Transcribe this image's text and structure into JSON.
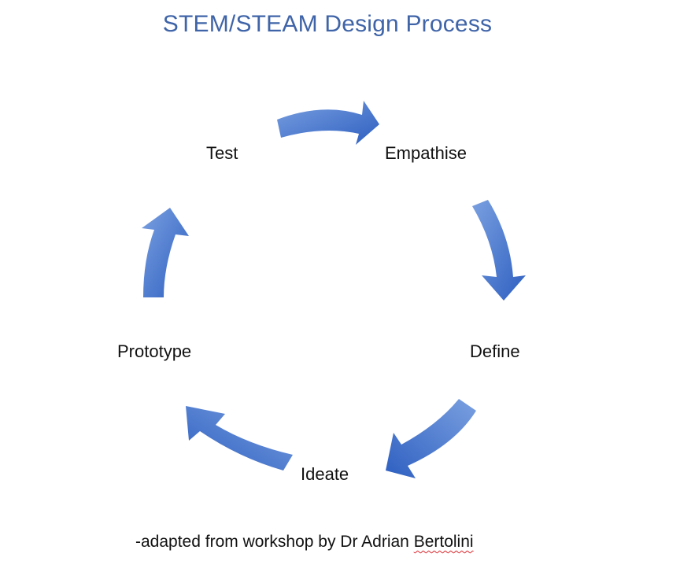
{
  "title": "STEM/STEAM Design Process",
  "stages": [
    {
      "label": "Empathise"
    },
    {
      "label": "Define"
    },
    {
      "label": "Ideate"
    },
    {
      "label": "Prototype"
    },
    {
      "label": "Test"
    }
  ],
  "attribution": {
    "prefix": "-adapted from workshop by ",
    "first_name": "Dr",
    "middle_name": "Adrian",
    "surname": "Bertolini"
  },
  "colors": {
    "title": "#3f64a8",
    "arrow_light": "#7aa0e0",
    "arrow_dark": "#2e5fc1",
    "spellcheck_underline": "#d9262b"
  }
}
